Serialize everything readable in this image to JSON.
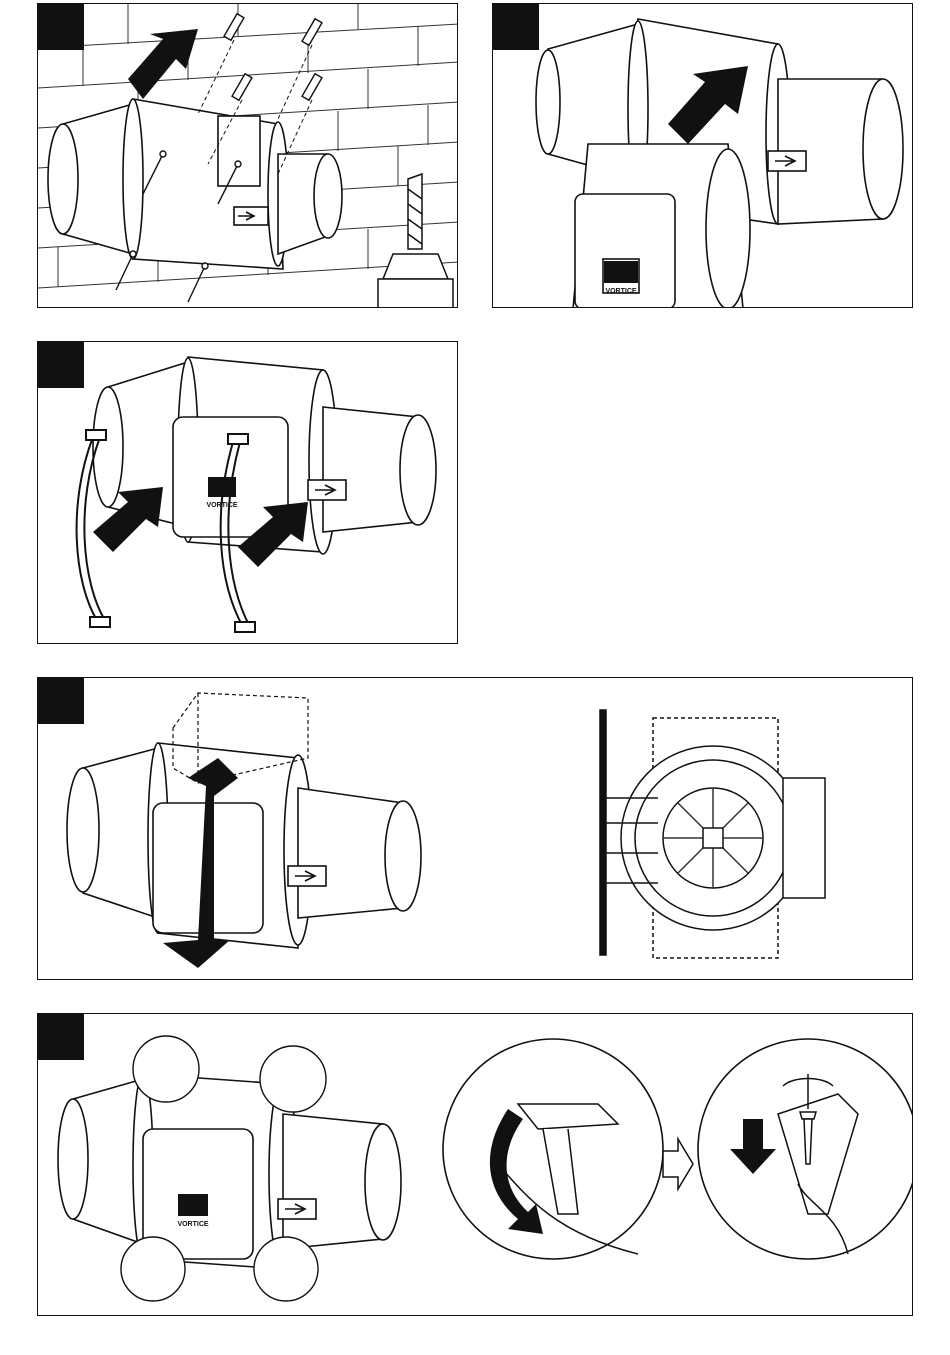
{
  "brand": {
    "logo_text": "VORTICE",
    "ink_color": "#111111",
    "paper_color": "#ffffff"
  },
  "panels": [
    {
      "id": "step-1",
      "icons": [
        "brick-wall",
        "mounting-bracket",
        "wall-plug-icon",
        "screw-icon",
        "drill-bit-icon",
        "arrow-up-right-icon"
      ]
    },
    {
      "id": "step-2",
      "icons": [
        "duct-fan-shell",
        "motor-unit",
        "vortice-logo",
        "arrow-up-right-icon"
      ]
    },
    {
      "id": "step-3",
      "icons": [
        "duct-fan-assembled",
        "clamp-ring-icon",
        "arrow-up-right-icon"
      ]
    },
    {
      "id": "step-4",
      "icons": [
        "duct-fan-rotated",
        "terminal-box-dashed",
        "double-arrow-icon",
        "side-view-wall-mount"
      ]
    },
    {
      "id": "step-5",
      "icons": [
        "duct-fan-assembled",
        "detail-callout-circle",
        "latch-close-arrow-icon",
        "screwdriver-rotate-icon",
        "arrow-down-icon",
        "next-step-arrow-icon"
      ]
    }
  ]
}
